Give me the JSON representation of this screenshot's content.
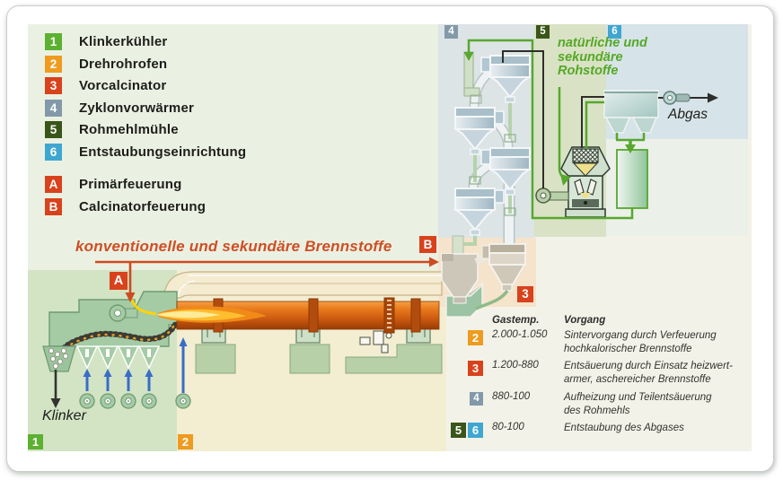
{
  "colors": {
    "badge_1": "#5cb130",
    "badge_2": "#ee9b1f",
    "badge_3": "#d8421c",
    "badge_4": "#8399a9",
    "badge_5": "#3a5519",
    "badge_6": "#3fa6d2",
    "badge_a": "#d8421c",
    "badge_b": "#d8421c",
    "fuel_flow_red": "#cf4e25",
    "raw_material_green": "#55a826",
    "kiln_orange": "#d2691e",
    "zone_1": "#d2e4c4",
    "zone_2": "#f3edd2",
    "zone_3": "#f5e3cb",
    "zone_4": "#dce4e5",
    "zone_5": "#d9e2c5",
    "zone_6": "#d6e3e8"
  },
  "legend": {
    "items": [
      {
        "id": "1",
        "label": "Klinkerkühler"
      },
      {
        "id": "2",
        "label": "Drehrohrofen"
      },
      {
        "id": "3",
        "label": "Vorcalcinator"
      },
      {
        "id": "4",
        "label": "Zyklonvorwärmer"
      },
      {
        "id": "5",
        "label": "Rohmehlmühle"
      },
      {
        "id": "6",
        "label": "Entstaubungseinrichtung"
      }
    ],
    "firing_items": [
      {
        "id": "A",
        "label": "Primärfeuerung"
      },
      {
        "id": "B",
        "label": "Calcinatorfeuerung"
      }
    ]
  },
  "labels": {
    "fuels": "konventionelle und sekundäre Brennstoffe",
    "raw_materials": "natürliche und sekundäre Rohstoffe",
    "exhaust_gas": "Abgas",
    "clinker": "Klinker"
  },
  "table": {
    "columns": {
      "temp": "Gastemp.",
      "process": "Vorgang"
    },
    "rows": [
      {
        "badges": [
          "2"
        ],
        "temp": "2.000-1.050",
        "process": [
          "Sintervorgang durch Verfeuerung",
          "hochkalorischer Brennstoffe"
        ]
      },
      {
        "badges": [
          "3"
        ],
        "temp": "1.200-880",
        "process": [
          "Entsäuerung durch Einsatz heizwert-",
          "armer,  aschereicher  Brennstoffe"
        ]
      },
      {
        "badges": [
          "4"
        ],
        "temp": "880-100",
        "process": [
          "Aufheizung und Teilentsäuerung",
          "des Rohmehls"
        ]
      },
      {
        "badges": [
          "5",
          "6"
        ],
        "temp": "80-100",
        "process": [
          "Entstaubung des Abgases"
        ]
      }
    ]
  }
}
